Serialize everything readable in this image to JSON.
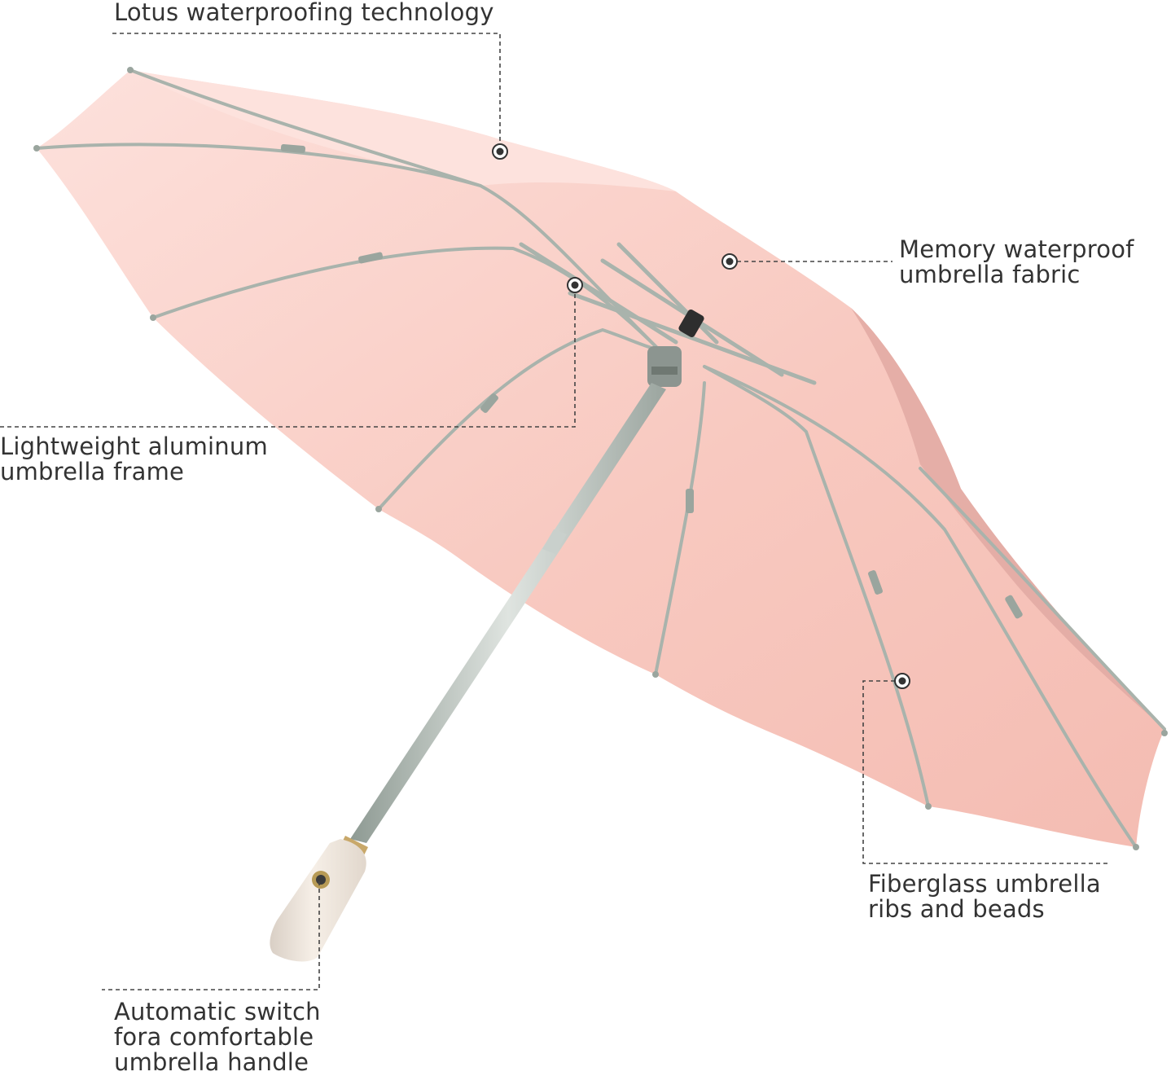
{
  "colors": {
    "background": "#ffffff",
    "canopy": "#f7c6bd",
    "canopy_light": "#fde1dc",
    "canopy_shadow": "#e3aaa3",
    "frame": "#a9b3ac",
    "handle": "#efe6dd",
    "callout_line": "#444444",
    "text": "#333333"
  },
  "callouts": {
    "lotus": {
      "lines": [
        "Lotus waterproofing technology"
      ]
    },
    "memory": {
      "lines": [
        "Memory waterproof",
        "umbrella fabric"
      ]
    },
    "frame": {
      "lines": [
        "Lightweight aluminum",
        "umbrella frame"
      ]
    },
    "ribs": {
      "lines": [
        "Fiberglass umbrella",
        "ribs and beads"
      ]
    },
    "switch": {
      "lines": [
        "Automatic switch",
        "fora comfortable",
        "umbrella handle"
      ]
    }
  }
}
